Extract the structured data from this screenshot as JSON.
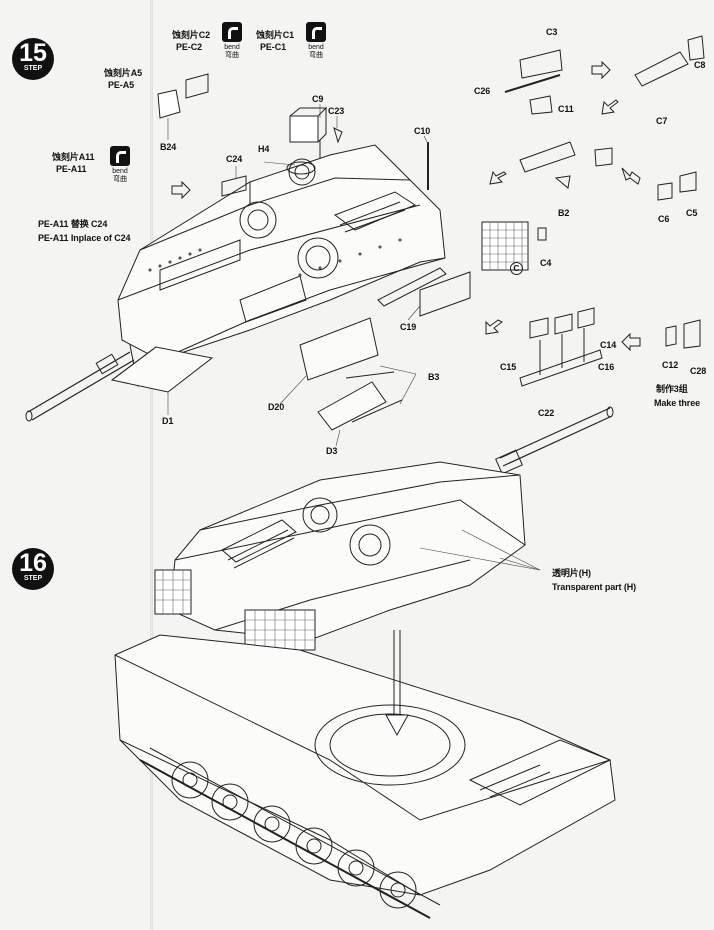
{
  "step15": {
    "number": "15",
    "word": "STEP"
  },
  "step16": {
    "number": "16",
    "word": "STEP"
  },
  "bend_label_en": "bend",
  "bend_label_cn": "弯曲",
  "pe": {
    "a5_cn": "蚀刻片A5",
    "a5": "PE-A5",
    "c2_cn": "蚀刻片C2",
    "c2": "PE-C2",
    "c1_cn": "蚀刻片C1",
    "c1": "PE-C1",
    "a11_cn": "蚀刻片A11",
    "a11": "PE-A11",
    "replace_cn": "PE-A11 替换  C24",
    "replace_en": "PE-A11  Inplace of  C24"
  },
  "parts": {
    "b24": "B24",
    "c24": "C24",
    "h4": "H4",
    "c9": "C9",
    "c23": "C23",
    "c10": "C10",
    "c3": "C3",
    "c8": "C8",
    "c26": "C26",
    "c11": "C11",
    "c7": "C7",
    "b2": "B2",
    "c6": "C6",
    "c5": "C5",
    "c4": "C4",
    "c_circle": "C",
    "c19": "C19",
    "b3": "B3",
    "d20": "D20",
    "d3": "D3",
    "d1": "D1",
    "c14": "C14",
    "c15": "C15",
    "c16": "C16",
    "c22": "C22",
    "c12": "C12",
    "c28": "C28"
  },
  "make_three_cn": "制作3组",
  "make_three_en": "Make three",
  "transparent_cn": "透明片(H)",
  "transparent_en": "Transparent part (H)"
}
